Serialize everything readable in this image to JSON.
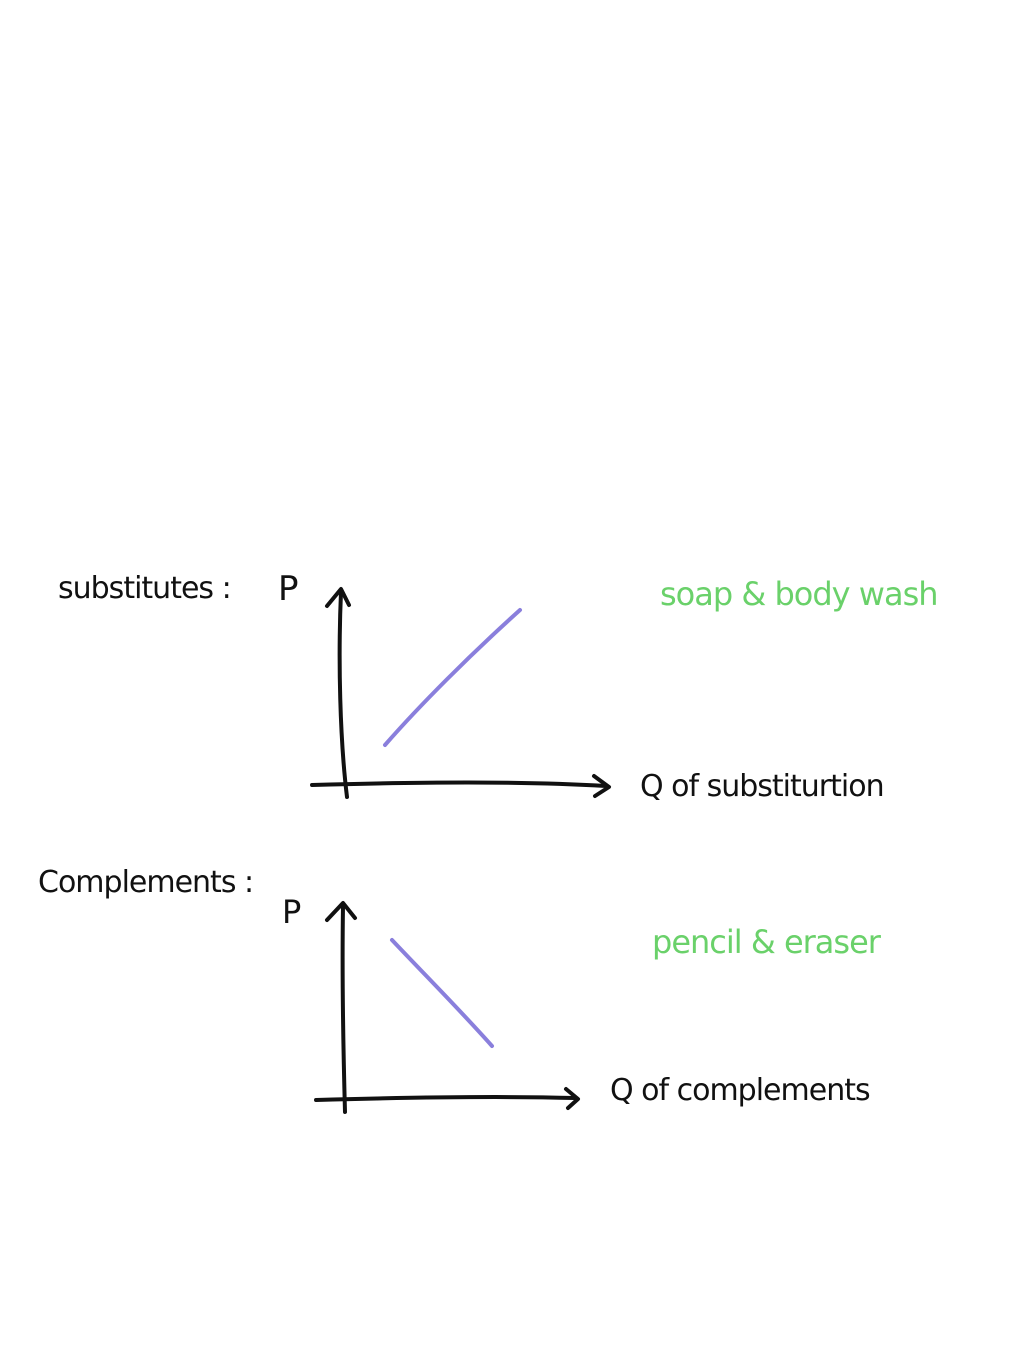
{
  "colors": {
    "ink": "#111111",
    "curve": "#8a7fdc",
    "example": "#6ad16a"
  },
  "substitutes": {
    "title": "substitutes :",
    "y_axis_label": "P",
    "x_axis_label": "Q of substiturtion",
    "example": "soap & body wash",
    "curve_direction": "upward-sloping"
  },
  "complements": {
    "title": "Complements :",
    "y_axis_label": "P",
    "x_axis_label": "Q of complements",
    "example": "pencil & eraser",
    "curve_direction": "downward-sloping"
  }
}
